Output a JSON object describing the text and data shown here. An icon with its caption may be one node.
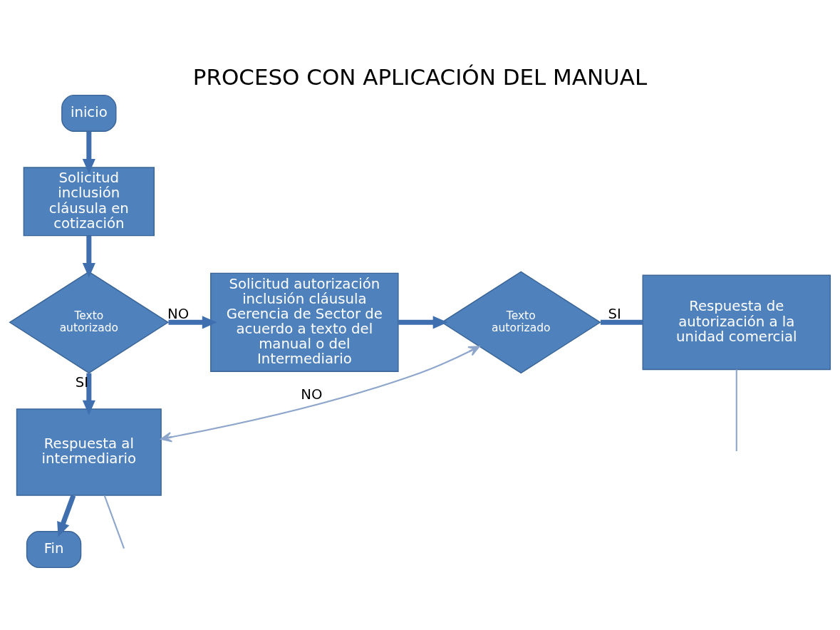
{
  "diagram": {
    "title": "PROCESO CON APLICACIÓN DEL MANUAL",
    "nodes": [
      {
        "text": [
          "inicio"
        ]
      },
      {
        "text": [
          "Solicitud inclusión cláusula en cotización"
        ]
      },
      {
        "text": [
          "Texto autorizado"
        ]
      },
      {
        "text": [
          "Solicitud autorización inclusión cláusula Gerencia de Sector de acuerdo a texto del manual o del Intermediario"
        ]
      },
      {
        "text": [
          "Texto autorizado"
        ]
      },
      {
        "text": [
          "Respuesta de autorización a la unidad comercial"
        ]
      },
      {
        "text": [
          "Respuesta al intermediario"
        ]
      },
      {
        "text": [
          "Fin"
        ]
      }
    ],
    "edges": [
      {
        "from": 0,
        "to": 1,
        "arrow": "to"
      },
      {
        "from": 1,
        "to": 2,
        "arrow": "to"
      },
      {
        "from": 2,
        "to": 3,
        "arrow": "to",
        "label": "NO"
      },
      {
        "from": 3,
        "to": 4,
        "arrow": "to"
      },
      {
        "from": 4,
        "to": 5,
        "arrow": "none",
        "label": "SI"
      },
      {
        "from": 2,
        "to": 6,
        "arrow": "to",
        "label": "SI"
      },
      {
        "from": 6,
        "to": 7,
        "arrow": "to"
      },
      {
        "from": 4,
        "to": 6,
        "arrow": "both",
        "label": "NO",
        "color": "#8ea6cc"
      },
      {
        "from": 6,
        "to": null,
        "arrow": "none",
        "color": "#8ea6cc"
      },
      {
        "from": 5,
        "to": null,
        "arrow": "none",
        "color": "#8ea6cc"
      }
    ]
  }
}
